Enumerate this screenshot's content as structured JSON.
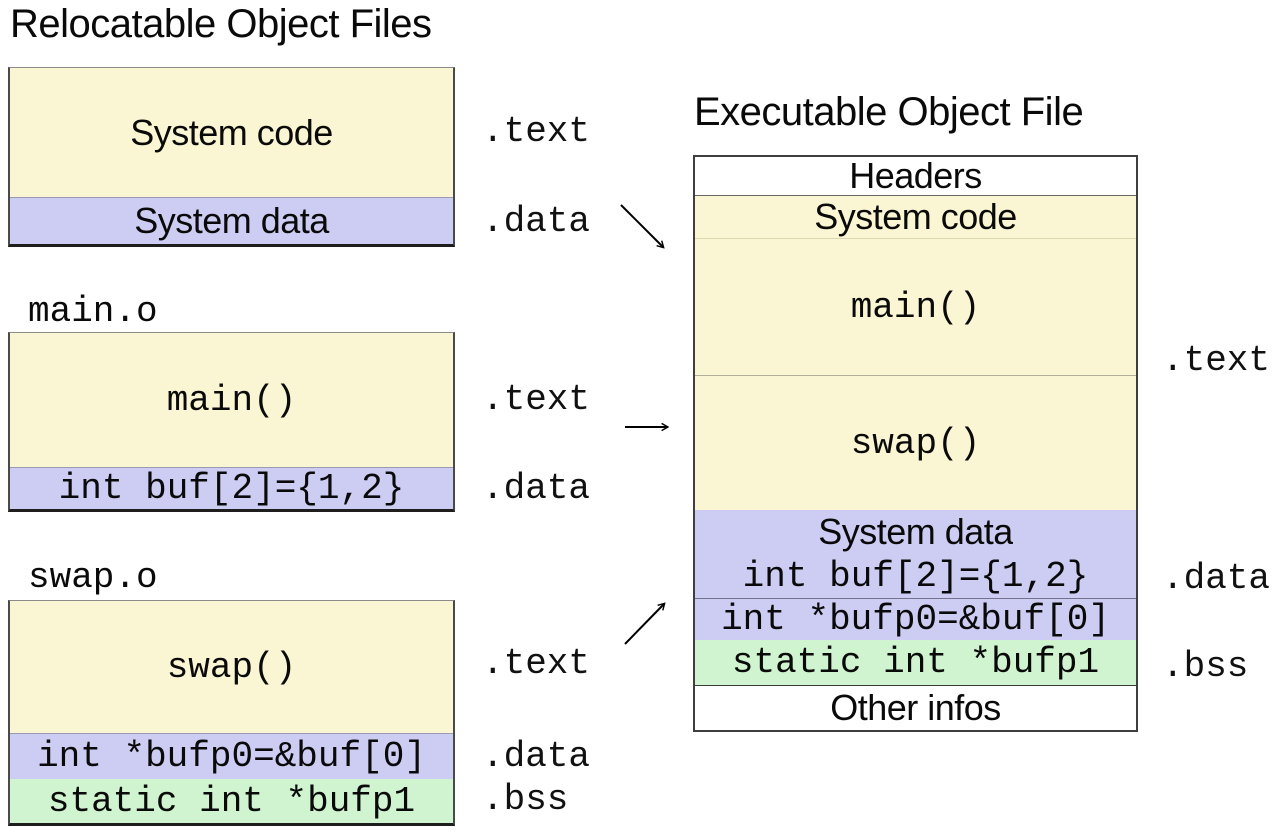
{
  "colors": {
    "section_yellow": "#FAF5D2",
    "section_purple": "#CDCDF4",
    "section_green": "#CFF4CF",
    "section_white": "#FFFFFF"
  },
  "left": {
    "title": "Relocatable Object Files",
    "system_box": {
      "code_label": "System code",
      "data_label": "System data",
      "text_tag": ".text",
      "data_tag": ".data"
    },
    "main_o": {
      "file_label": "main.o",
      "text_section": "main()",
      "data_section": "int buf[2]={1,2}",
      "text_tag": ".text",
      "data_tag": ".data"
    },
    "swap_o": {
      "file_label": "swap.o",
      "text_section": "swap()",
      "data_section": "int *bufp0=&buf[0]",
      "bss_section": "static int *bufp1",
      "text_tag": ".text",
      "data_tag": ".data",
      "bss_tag": ".bss"
    }
  },
  "right": {
    "title": "Executable Object File",
    "headers_label": "Headers",
    "system_code_label": "System code",
    "main_label": "main()",
    "swap_label": "swap()",
    "system_data_label": "System data",
    "buf_label": "int buf[2]={1,2}",
    "bufp0_label": "int *bufp0=&buf[0]",
    "bufp1_label": "static int *bufp1",
    "other_label": "Other infos",
    "text_tag": ".text",
    "data_tag": ".data",
    "bss_tag": ".bss"
  }
}
